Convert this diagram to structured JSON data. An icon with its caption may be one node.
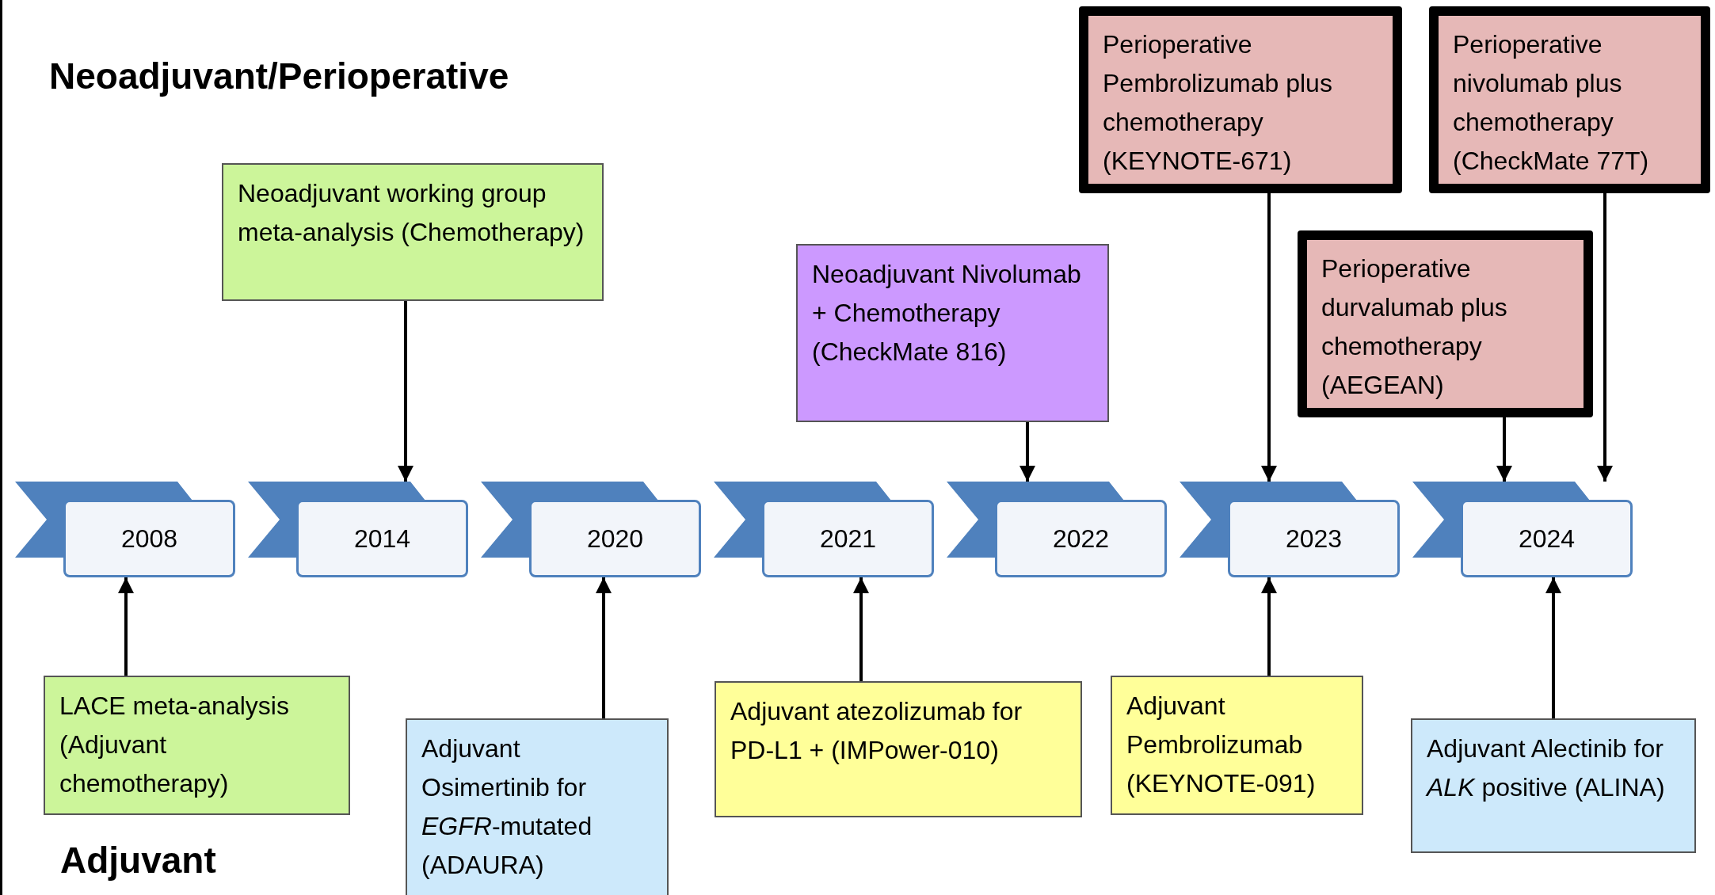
{
  "diagram": {
    "nodes": [
      {
        "text": [
          "Perioperative Pembrolizumab plus chemotherapy (KEYNOTE-671)"
        ]
      },
      {
        "text": [
          "Perioperative nivolumab plus chemotherapy (CheckMate 77T)"
        ]
      },
      {
        "text": [
          "Neoadjuvant working group meta-analysis (Chemotherapy)"
        ]
      },
      {
        "text": [
          "Neoadjuvant Nivolumab + Chemotherapy (CheckMate 816)"
        ]
      },
      {
        "text": [
          "Perioperative durvalumab plus chemotherapy (AEGEAN)"
        ]
      },
      {
        "text": [
          "2008"
        ]
      },
      {
        "text": [
          "2014"
        ]
      },
      {
        "text": [
          "2020"
        ]
      },
      {
        "text": [
          "2021"
        ]
      },
      {
        "text": [
          "2022"
        ]
      },
      {
        "text": [
          "2023"
        ]
      },
      {
        "text": [
          "2024"
        ]
      },
      {
        "text": [
          "LACE meta-analysis (Adjuvant chemotherapy)"
        ]
      },
      {
        "text": [
          "Adjuvant Osimertinib for *EGFR*-mutated (ADAURA)"
        ]
      },
      {
        "text": [
          "Adjuvant atezolizumab for PD-L1 + (IMPower-010)"
        ]
      },
      {
        "text": [
          "Adjuvant Pembrolizumab (KEYNOTE-091)"
        ]
      },
      {
        "text": [
          "Adjuvant Alectinib for *ALK* positive (ALINA)"
        ]
      }
    ],
    "edges": [
      {
        "from": 2,
        "to": 6,
        "arrow": "to"
      },
      {
        "from": 3,
        "to": 9,
        "arrow": "to"
      },
      {
        "from": 0,
        "to": 10,
        "arrow": "to"
      },
      {
        "from": 4,
        "to": 11,
        "arrow": "to"
      },
      {
        "from": 1,
        "to": 11,
        "arrow": "to"
      },
      {
        "from": 12,
        "to": 5,
        "arrow": "to"
      },
      {
        "from": 13,
        "to": 7,
        "arrow": "to"
      },
      {
        "from": 14,
        "to": 8,
        "arrow": "to"
      },
      {
        "from": 15,
        "to": 10,
        "arrow": "to"
      },
      {
        "from": 16,
        "to": 11,
        "arrow": "to"
      }
    ],
    "labels": [
      "Neoadjuvant/Perioperative",
      "Adjuvant"
    ]
  }
}
